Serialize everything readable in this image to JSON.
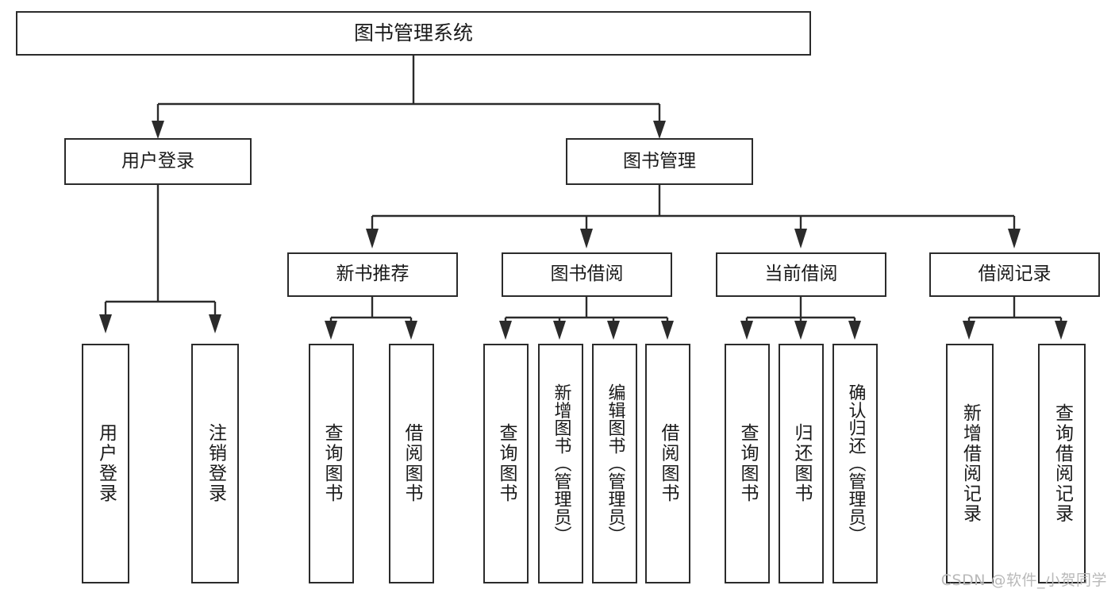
{
  "diagram": {
    "type": "tree-hierarchy-chart",
    "title": "图书管理系统",
    "background_color": "#ffffff",
    "box_border_color": "#2b2b2b",
    "text_color": "#1a1a1a",
    "connector_color": "#2b2b2b"
  },
  "root": {
    "label": "图书管理系统"
  },
  "level1": [
    {
      "label": "用户登录"
    },
    {
      "label": "图书管理"
    }
  ],
  "level2": [
    {
      "label": "新书推荐"
    },
    {
      "label": "图书借阅"
    },
    {
      "label": "当前借阅"
    },
    {
      "label": "借阅记录"
    }
  ],
  "leaves": {
    "user_login": [
      {
        "label": "用户登录"
      },
      {
        "label": "注销登录"
      }
    ],
    "new_book_recommend": [
      {
        "label": "查询图书"
      },
      {
        "label": "借阅图书"
      }
    ],
    "book_borrow": [
      {
        "label": "查询图书"
      },
      {
        "label": "新增图书（管理员）"
      },
      {
        "label": "编辑图书（管理员）"
      },
      {
        "label": "借阅图书"
      }
    ],
    "current_borrow": [
      {
        "label": "查询图书"
      },
      {
        "label": "归还图书"
      },
      {
        "label": "确认归还（管理员）"
      }
    ],
    "borrow_record": [
      {
        "label": "新增借阅记录"
      },
      {
        "label": "查询借阅记录"
      }
    ]
  },
  "watermark": {
    "text": "CSDN @软件_小贺同学",
    "color": "#b9b9b9"
  }
}
